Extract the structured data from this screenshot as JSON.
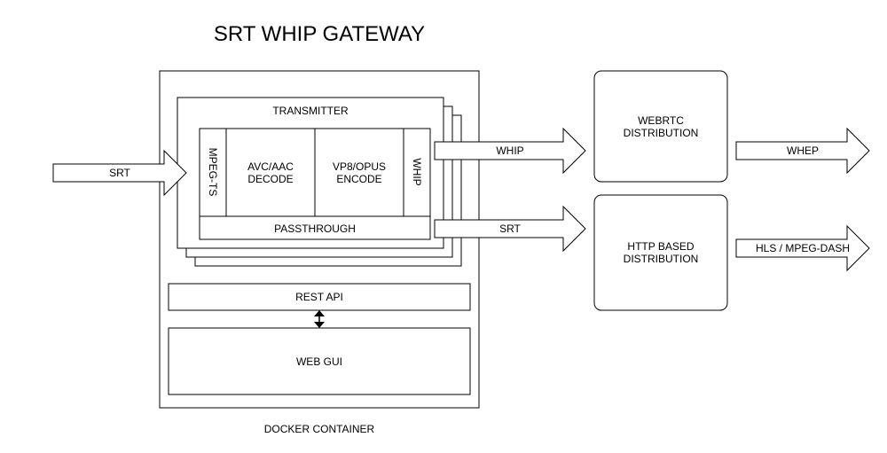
{
  "title": "SRT WHIP GATEWAY",
  "docker": {
    "label": "DOCKER CONTAINER"
  },
  "transmitter": {
    "label": "TRANSMITTER",
    "mpegts": "MPEG-TS",
    "decode": [
      "AVC/AAC",
      "DECODE"
    ],
    "encode": [
      "VP8/OPUS",
      "ENCODE"
    ],
    "whip": "WHIP",
    "passthrough": "PASSTHROUGH"
  },
  "rest_api": "REST API",
  "web_gui": "WEB GUI",
  "arrows": {
    "srt_in": "SRT",
    "whip_out": "WHIP",
    "srt_out": "SRT",
    "whep_out": "WHEP",
    "hls_out": "HLS / MPEG-DASH"
  },
  "webrtc": [
    "WEBRTC",
    "DISTRIBUTION"
  ],
  "http": [
    "HTTP BASED",
    "DISTRIBUTION"
  ]
}
